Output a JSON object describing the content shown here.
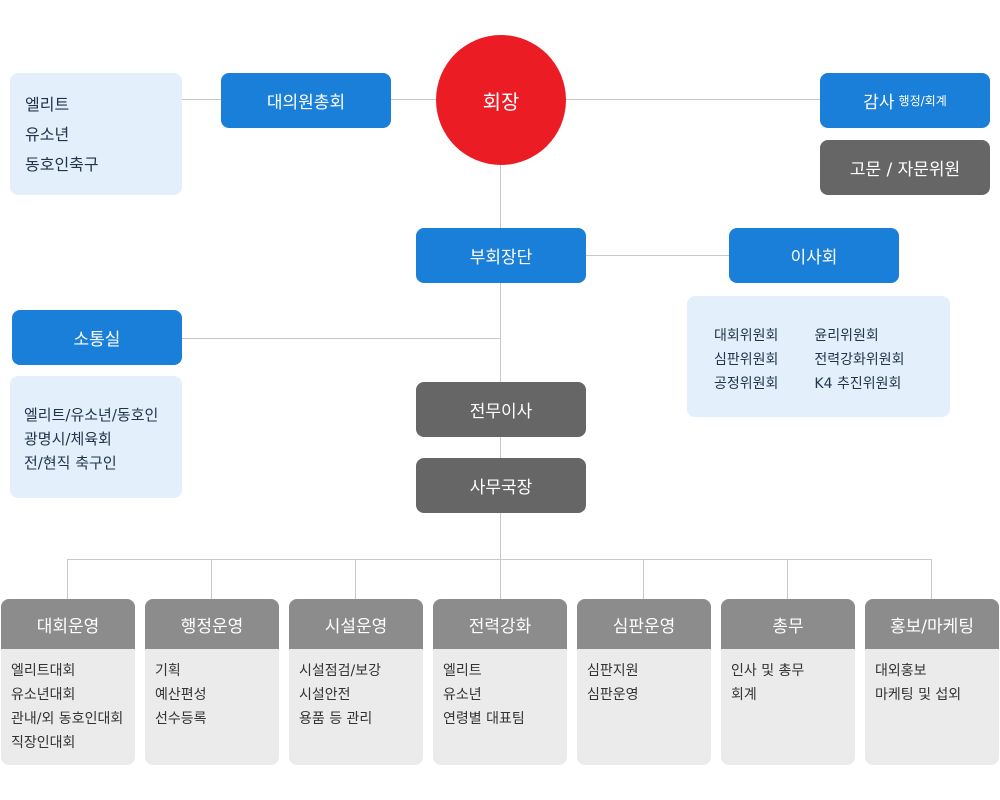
{
  "chairman": "회장",
  "general_assembly": "대의원총회",
  "assembly_members": [
    "엘리트",
    "유소년",
    "동호인축구"
  ],
  "audit": {
    "label": "감사",
    "sub": "행정/회계"
  },
  "advisory": "고문 / 자문위원",
  "vice_chairs": "부회장단",
  "board": "이사회",
  "committees": {
    "col1": [
      "대회위원회",
      "심판위원회",
      "공정위원회"
    ],
    "col2": [
      "윤리위원회",
      "전력강화위원회",
      "K4 추진위원회"
    ]
  },
  "communication": "소통실",
  "communication_members": [
    "엘리트/유소년/동호인",
    "광명시/체육회",
    "전/현직 축구인"
  ],
  "executive_director": "전무이사",
  "secretary_general": "사무국장",
  "departments": [
    {
      "title": "대회운영",
      "items": [
        "엘리트대회",
        "유소년대회",
        "관내/외 동호인대회",
        "직장인대회"
      ]
    },
    {
      "title": "행정운영",
      "items": [
        "기획",
        "예산편성",
        "선수등록"
      ]
    },
    {
      "title": "시설운영",
      "items": [
        "시설점검/보강",
        "시설안전",
        "용품 등 관리"
      ]
    },
    {
      "title": "전력강화",
      "items": [
        "엘리트",
        "유소년",
        "연령별 대표팀"
      ]
    },
    {
      "title": "심판운영",
      "items": [
        "심판지원",
        "심판운영"
      ]
    },
    {
      "title": "총무",
      "items": [
        "인사 및 총무",
        "회계"
      ]
    },
    {
      "title": "홍보/마케팅",
      "items": [
        "대외홍보",
        "마케팅 및 섭외"
      ]
    }
  ],
  "colors": {
    "chairman": "#ec1c24",
    "primary_blue": "#1a7fd9",
    "dark_gray": "#666666",
    "dept_header": "#8c8c8c",
    "light_blue": "#e3f0fc",
    "dept_body": "#ebebeb"
  }
}
